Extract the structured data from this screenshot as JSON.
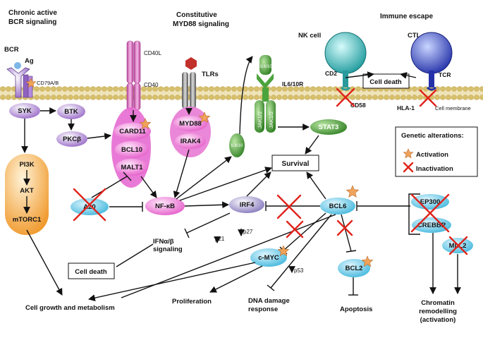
{
  "headers": {
    "bcr": "Chronic active\nBCR signaling",
    "myd88": "Constitutive\nMYD88 signaling",
    "escape": "Immune escape"
  },
  "receptors": {
    "bcr": "BCR",
    "ag": "Ag",
    "cd79": "CD79A/B",
    "cd40l": "CD40L",
    "cd40": "CD40",
    "tlrs": "TLRs",
    "il610r": "IL6/10R",
    "il610_top": "IL6/10",
    "nk": "NK cell",
    "ctl": "CTL",
    "cd2": "CD2",
    "cd58": "CD58",
    "tcr": "TCR",
    "hla": "HLA-1",
    "membrane": "Cell membrane",
    "celldeath_top": "Cell death"
  },
  "nodes": {
    "syk": "SYK",
    "btk": "BTK",
    "pkcb": "PKCβ",
    "card11": "CARD11",
    "bcl10": "BCL10",
    "malt1": "MALT1",
    "myd88": "MYD88",
    "irak4": "IRAK4",
    "jak1": "JAK1/2",
    "jak2": "JAK1/2",
    "stat3": "STAT3",
    "pi3k": "PI3K",
    "akt": "AKT",
    "mtorc1": "mTORC1",
    "il610_mid": "IL6/10",
    "a20": "A20",
    "nfkb": "NF-κB",
    "irf4": "IRF4",
    "bcl6": "BCL6",
    "ep300": "EP300",
    "crebbp": "CREBBP",
    "mll2": "MLL2",
    "cmyc": "c-MYC",
    "bcl2": "BCL2"
  },
  "outcomes": {
    "survival": "Survival",
    "celldeath": "Cell death",
    "ifn": "IFNα/β\nsignaling",
    "p21": "p21",
    "p27": "p27",
    "p53": "p53",
    "growth": "Cell growth and metabolism",
    "prolif": "Proliferation",
    "dna": "DNA damage\nresponse",
    "apoptosis": "Apoptosis",
    "chromatin": "Chromatin\nremodelling\n(activation)"
  },
  "legend": {
    "title": "Genetic alterations:",
    "activation": "Activation",
    "inactivation": "Inactivation"
  },
  "colors": {
    "membrane": "#e8d9a6",
    "purple": "#8c5fb8",
    "pink": "#e45fc8",
    "orange": "#f1a545",
    "green": "#3a8f2a",
    "teal": "#2ea6a8",
    "cyan": "#5ac6e0",
    "blue": "#2b36b5",
    "star": "#f0a35a",
    "cross": "#e0241b"
  }
}
